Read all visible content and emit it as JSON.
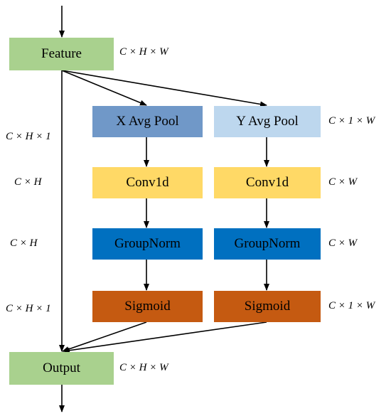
{
  "nodes": {
    "feature": "Feature",
    "x_avg_pool": "X Avg Pool",
    "y_avg_pool": "Y Avg Pool",
    "conv1d_x": "Conv1d",
    "conv1d_y": "Conv1d",
    "groupnorm_x": "GroupNorm",
    "groupnorm_y": "GroupNorm",
    "sigmoid_x": "Sigmoid",
    "sigmoid_y": "Sigmoid",
    "output": "Output"
  },
  "dims": {
    "feature": "C × H × W",
    "left_1": "C × H × 1",
    "left_2": "C × H",
    "left_3": "C × H",
    "left_4": "C × H × 1",
    "right_1": "C × 1 × W",
    "right_2": "C × W",
    "right_3": "C × W",
    "right_4": "C × 1 × W",
    "output": "C × H × W"
  },
  "colors": {
    "feature_output": "#a9d18e",
    "x_avg_pool": "#7098c8",
    "y_avg_pool": "#bdd7ee",
    "conv1d": "#ffd966",
    "groupnorm": "#0070c0",
    "sigmoid": "#c55a11"
  }
}
